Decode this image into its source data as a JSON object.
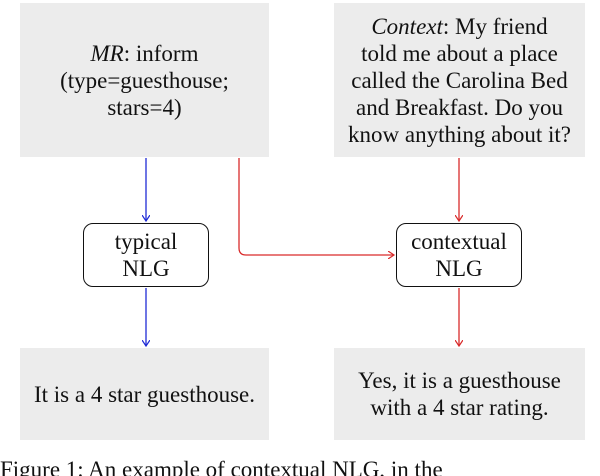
{
  "mr": {
    "label": "MR",
    "text": ": inform",
    "line2": "(type=guesthouse;",
    "line3": "stars=4)"
  },
  "context": {
    "label": "Context",
    "text": ": My friend",
    "line2": "told me about a place",
    "line3": "called the Carolina Bed",
    "line4": "and Breakfast. Do you",
    "line5": "know anything about it?"
  },
  "typical": {
    "line1": "typical",
    "line2": "NLG"
  },
  "contextual": {
    "line1": "contextual",
    "line2": "NLG"
  },
  "output_typical": {
    "text": "It is a 4 star guesthouse."
  },
  "output_contextual": {
    "line1": "Yes, it is a guesthouse",
    "line2": "with a 4 star rating."
  },
  "caption": {
    "text": "Figure 1: An example of contextual NLG, in the"
  },
  "colors": {
    "box_fill": "#ececec",
    "blue_arrow": "#1f2bd6",
    "red_arrow": "#d92b2b",
    "node_border": "#111111"
  }
}
